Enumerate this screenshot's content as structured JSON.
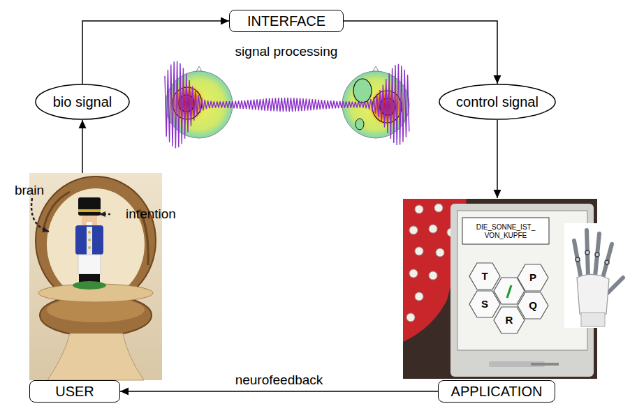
{
  "diagram": {
    "nodes": [
      {
        "text": [
          "INTERFACE"
        ]
      },
      {
        "text": [
          "bio signal"
        ]
      },
      {
        "text": [
          "control signal"
        ]
      },
      {
        "text": [
          "USER"
        ]
      },
      {
        "text": [
          "APPLICATION"
        ]
      }
    ],
    "edges": [
      {
        "from": 3,
        "to": 1,
        "arrow": "to"
      },
      {
        "from": 1,
        "to": 0,
        "arrow": "to"
      },
      {
        "from": 0,
        "to": 2,
        "arrow": "to"
      },
      {
        "from": 2,
        "to": 4,
        "arrow": "to"
      },
      {
        "from": 4,
        "to": 3,
        "label": "neurofeedback",
        "arrow": "to"
      }
    ],
    "labels": [
      "signal processing",
      "brain",
      "intention",
      "DIE_SONNE_IST_ VON_KUPFE",
      "T",
      "P",
      "S",
      "Q",
      "R"
    ]
  }
}
